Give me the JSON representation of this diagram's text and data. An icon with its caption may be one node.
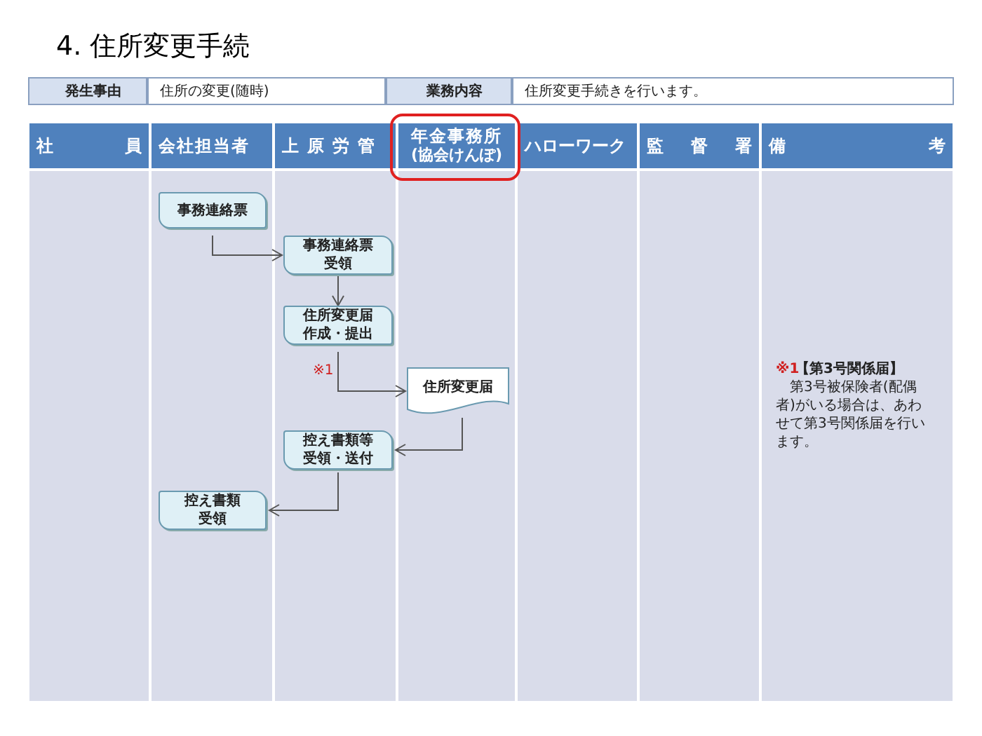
{
  "diagram": {
    "title": "4. 住所変更手続",
    "nodes": [
      {
        "text": [
          "事務連絡票"
        ]
      },
      {
        "text": [
          "事務連絡票受領"
        ]
      },
      {
        "text": [
          "住所変更届作成・提出"
        ]
      },
      {
        "text": [
          "住所変更届"
        ]
      },
      {
        "text": [
          "控え書類等受領・送付"
        ]
      },
      {
        "text": [
          "控え書類受領"
        ]
      }
    ],
    "edges": [
      {
        "from": 0,
        "to": 1,
        "arrow": "to"
      },
      {
        "from": 1,
        "to": 2,
        "arrow": "to"
      },
      {
        "from": 2,
        "to": 3,
        "arrow": "to",
        "label": "※1"
      },
      {
        "from": 3,
        "to": 4,
        "arrow": "to"
      },
      {
        "from": 4,
        "to": 5,
        "arrow": "to"
      }
    ],
    "labels": [
      "発生事由",
      "住所の変更(随時)",
      "業務内容",
      "住所変更手続きを行います。",
      "社員",
      "会社担当者",
      "上原労管",
      "年金事務所",
      "(協会けんぽ)",
      "ハローワーク",
      "監督署",
      "備考",
      "※1",
      "【第3号関係届】",
      "第3号被保険者(配偶者)がいる場合は、あわせて第3号関係届を行います。"
    ]
  }
}
